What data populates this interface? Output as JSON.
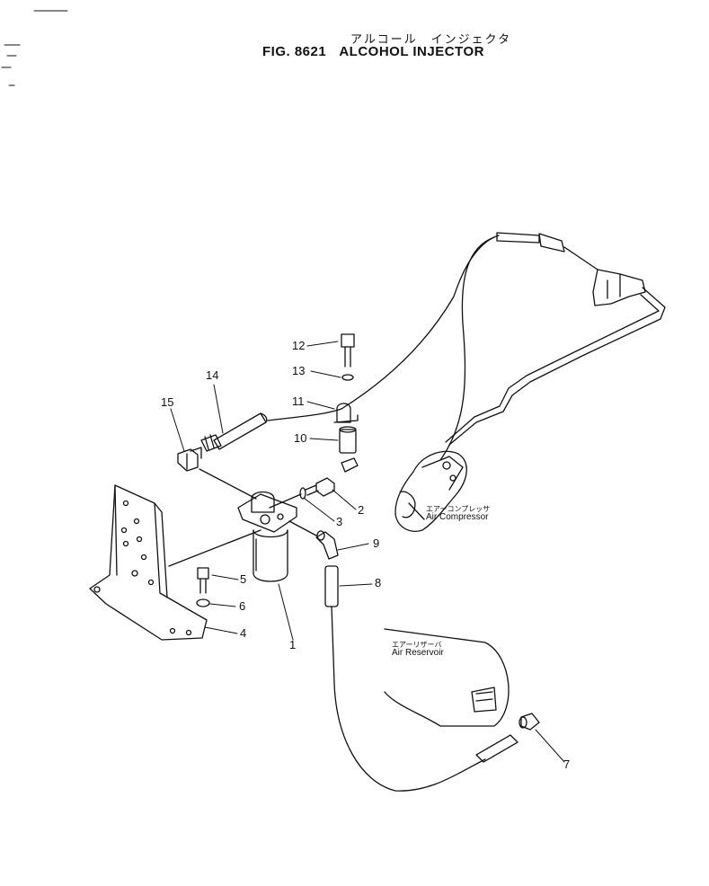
{
  "header": {
    "title_jp": "アルコール　インジェクタ",
    "fig_number": "FIG. 8621",
    "title_en": "ALCOHOL  INJECTOR"
  },
  "labels": {
    "air_compressor_jp": "エアーコンプレッサ",
    "air_compressor_en": "Air Compressor",
    "air_reservoir_jp": "エアーリザーバ",
    "air_reservoir_en": "Air Reservoir"
  },
  "callouts": [
    "1",
    "2",
    "3",
    "4",
    "5",
    "6",
    "7",
    "8",
    "9",
    "10",
    "11",
    "12",
    "13",
    "14",
    "15"
  ],
  "colors": {
    "ink": "#111111",
    "paper": "#ffffff"
  }
}
